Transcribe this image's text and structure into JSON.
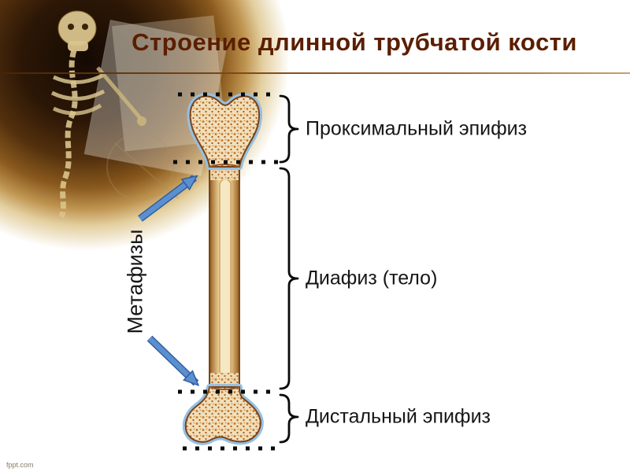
{
  "slide": {
    "title": "Строение длинной трубчатой кости",
    "watermark": "fppt.com"
  },
  "diagram": {
    "labels": {
      "proximal": "Проксимальный эпифиз",
      "diaphysis": "Диафиз (тело)",
      "distal": "Дистальный эпифиз",
      "metaphyses": "Метафизы"
    },
    "colors": {
      "title_text": "#5b1e00",
      "label_text": "#161616",
      "arrow_blue": "#5b8fd0",
      "arrow_blue_dark": "#2f5e9e",
      "brace_black": "#0a0a0a",
      "bone_cream": "#f0dfbc",
      "bone_stipple": "#c4731f",
      "bone_outline": "#7a431a",
      "cartilage_blue": "#96c0e2",
      "corner_brown": "#2c1706"
    }
  }
}
